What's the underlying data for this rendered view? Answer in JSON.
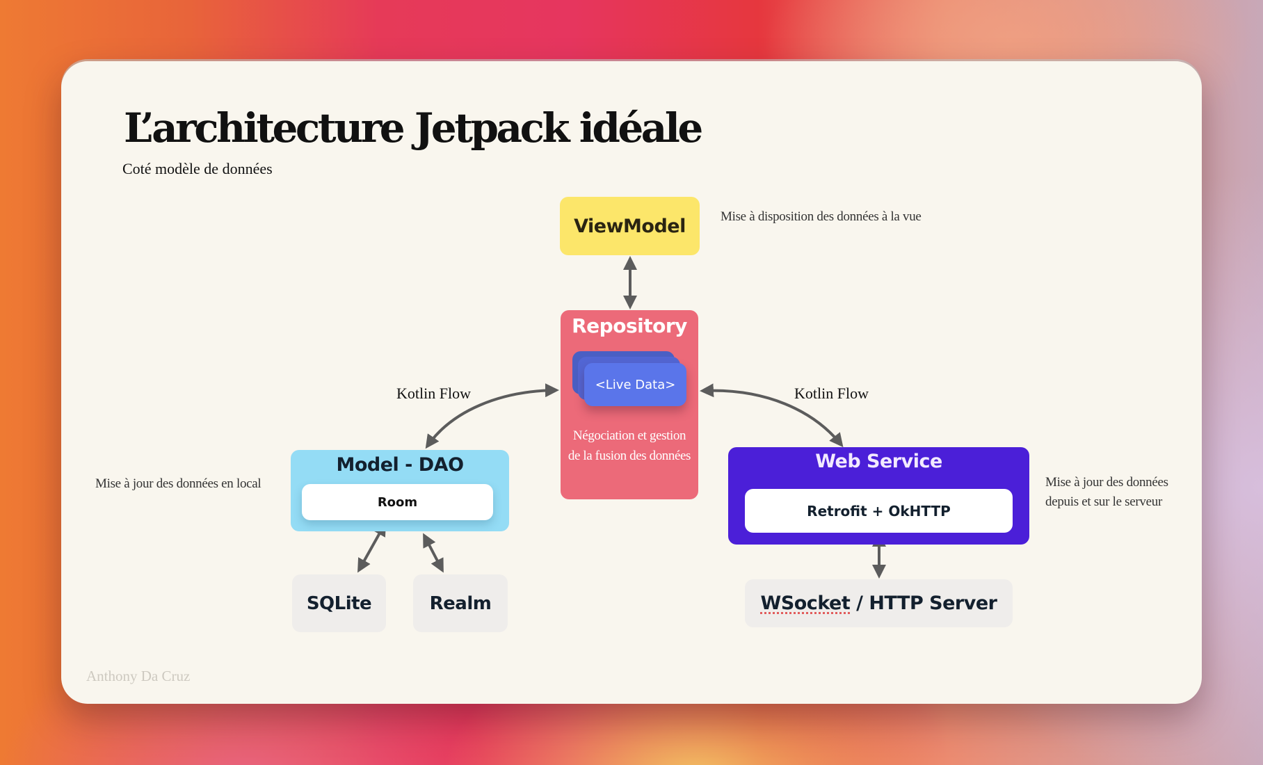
{
  "slide": {
    "title": "L’architecture Jetpack idéale",
    "subtitle": "Coté modèle de données",
    "footer": "Anthony Da Cruz"
  },
  "nodes": {
    "viewmodel": {
      "label": "ViewModel",
      "color": "#fce66a"
    },
    "repository": {
      "label": "Repository",
      "livedata_label": "<Live Data>",
      "description": "Négociation et gestion de la fusion des données",
      "color": "#ec6a79"
    },
    "model_dao": {
      "label": "Model - DAO",
      "inner_label": "Room",
      "color": "#94dcf5"
    },
    "sqlite": {
      "label": "SQLite"
    },
    "realm": {
      "label": "Realm"
    },
    "web_service": {
      "label": "Web Service",
      "inner_label": "Retrofit + OkHTTP",
      "color": "#4b1fd8"
    },
    "server": {
      "label_part1": "WSocket",
      "label_part2": " / HTTP Server"
    }
  },
  "edges": {
    "left_flow_label": "Kotlin Flow",
    "right_flow_label": "Kotlin Flow"
  },
  "annotations": {
    "viewmodel_note": "Mise à disposition des données à la vue",
    "local_note": "Mise à jour des données en local",
    "server_note": "Mise à jour des données depuis et sur le serveur"
  }
}
